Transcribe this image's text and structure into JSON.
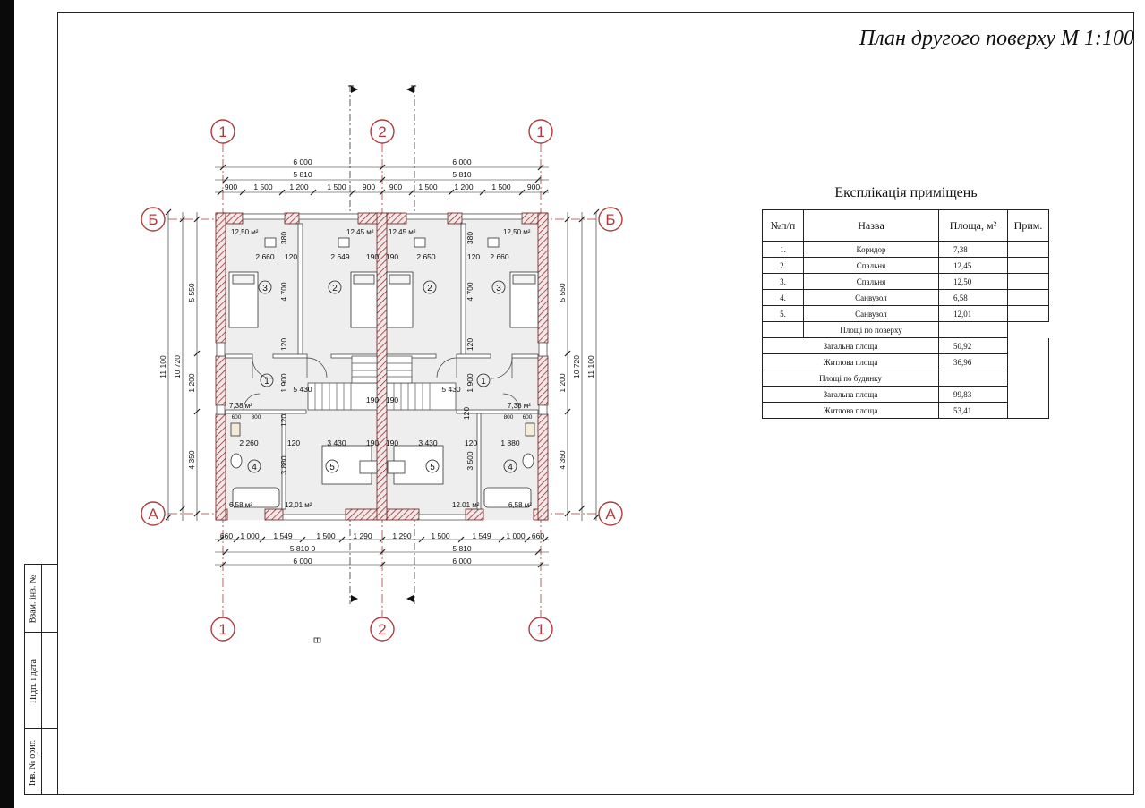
{
  "sheet_title": "План другого поверху М 1:100",
  "explication": {
    "title": "Експлікація приміщень",
    "headers": {
      "num": "№п/п",
      "name": "Назва",
      "area": "Площа, м²",
      "note": "Прим."
    },
    "rooms": [
      {
        "num": "1.",
        "name": "Коридор",
        "area": "7,38"
      },
      {
        "num": "2.",
        "name": "Спальня",
        "area": "12,45"
      },
      {
        "num": "3.",
        "name": "Спальня",
        "area": "12,50"
      },
      {
        "num": "4.",
        "name": "Санвузол",
        "area": "6,58"
      },
      {
        "num": "5.",
        "name": "Санвузол",
        "area": "12,01"
      }
    ],
    "floor_header": "Площі по поверху",
    "floor_total_label": "Загальна площа",
    "floor_total": "50,92",
    "floor_living_label": "Житлова площа",
    "floor_living": "36,96",
    "building_header": "Площі по будинку",
    "building_total_label": "Загальна площа",
    "building_total": "99,83",
    "building_living_label": "Житлова площа",
    "building_living": "53,41"
  },
  "stamp": {
    "field_1": "Взам. інв. №",
    "field_2": "Підп. і дата",
    "field_3": "Інв. № ориг."
  },
  "axes": {
    "col_left": "1",
    "col_mid": "2",
    "col_right": "1",
    "row_top": "Б",
    "row_bottom": "А"
  },
  "plan": {
    "top_dims": {
      "overall": [
        "6 000",
        "6 000"
      ],
      "inner": [
        "5 810",
        "5 810"
      ],
      "segments": [
        "900",
        "1 500",
        "1 200",
        "1 500",
        "900",
        "900",
        "1 500",
        "1 200",
        "1 500",
        "900"
      ]
    },
    "bottom_dims": {
      "segments": [
        "660",
        "1 000",
        "1 549",
        "1 500",
        "1 290",
        "1 290",
        "1 500",
        "1 549",
        "1 000",
        "660"
      ],
      "inner": [
        "5 810 0",
        "5 810"
      ],
      "overall": [
        "6 000",
        "6 000"
      ]
    },
    "side_dims": {
      "overall": "11 100",
      "inner": "10 720",
      "segments": [
        "5 550",
        "1 200",
        "4 350"
      ]
    },
    "room_areas": {
      "bed3_left": "12,50 м²",
      "bed2_left": "12.45 м²",
      "bed2_right": "12.45 м²",
      "bed3_right": "12,50 м²",
      "corr_left": "7,38 м²",
      "corr_right": "7,38 м²",
      "bath4_left": "6,58 м²",
      "bath5_left": "12,01 м²",
      "bath5_right": "12.01 м²",
      "bath4_right": "6,58 м²"
    },
    "room_numbers": {
      "bed3_left": "3",
      "bed2_left": "2",
      "bed2_right": "2",
      "bed3_right": "3",
      "corr_left": "1",
      "corr_right": "1",
      "bath4_left": "4",
      "bath5_left": "5",
      "bath5_right": "5",
      "bath4_right": "4"
    },
    "inner_dims": {
      "bed_w_left": "2 660",
      "wall_a": "120",
      "bed2_w_left": "2 649",
      "mid_a": "190",
      "mid_b": "190",
      "bed2_w_right": "2 650",
      "wall_b": "120",
      "bed_w_right": "2 660",
      "h_380a": "380",
      "h_380b": "380",
      "h_4700a": "4 700",
      "h_4700b": "4 700",
      "h_120a": "120",
      "h_120b": "120",
      "h_1900a": "1 900",
      "h_1900b": "1 900",
      "corr_w_left": "5 430",
      "corr_w_right": "5 430",
      "stair_a": "190",
      "stair_b": "190",
      "small_600a": "600",
      "small_800a": "800",
      "small_800b": "800",
      "small_600b": "600",
      "bath_w_left": "2 260",
      "wall_c": "120",
      "bath5_w_left": "3 430",
      "mid_c": "190",
      "mid_d": "190",
      "bath5_w_right": "3 430",
      "wall_d": "120",
      "bath_w_right": "1 880",
      "h_120c": "120",
      "h_120d": "120",
      "h_3880": "3 880",
      "h_3500": "3 500"
    }
  }
}
